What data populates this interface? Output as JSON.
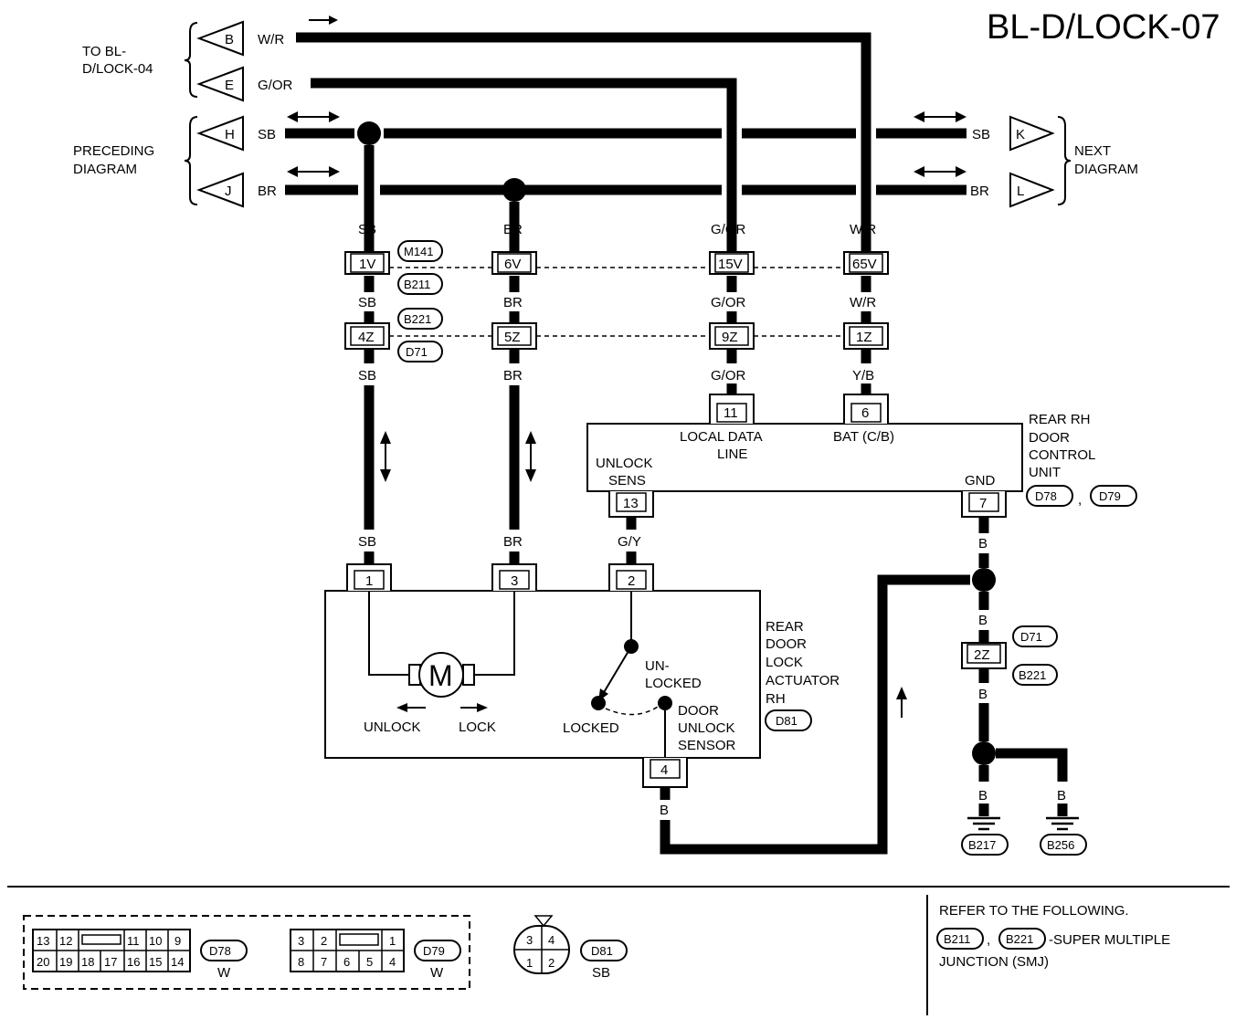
{
  "title": "BL-D/LOCK-07",
  "left_refs": {
    "to_bl": [
      "TO BL-",
      "D/LOCK-04"
    ],
    "preceding": [
      "PRECEDING",
      "DIAGRAM"
    ]
  },
  "right_refs": {
    "next": [
      "NEXT",
      "DIAGRAM"
    ]
  },
  "terminals": {
    "b": "B",
    "e": "E",
    "h": "H",
    "j": "J",
    "k": "K",
    "l": "L"
  },
  "wires": {
    "wr": "W/R",
    "gor": "G/OR",
    "sb": "SB",
    "br": "BR",
    "yb": "Y/B",
    "gy": "G/Y",
    "b": "B"
  },
  "connectors": {
    "m141": "M141",
    "b211": "B211",
    "b221": "B221",
    "d71": "D71",
    "d78": "D78",
    "d79": "D79",
    "d81": "D81",
    "b217": "B217",
    "b256": "B256"
  },
  "pins": {
    "p1v": "1V",
    "p6v": "6V",
    "p15v": "15V",
    "p65v": "65V",
    "p4z": "4Z",
    "p5z": "5Z",
    "p9z": "9Z",
    "p1z": "1Z",
    "p2z": "2Z",
    "p11": "11",
    "p6": "6",
    "p13": "13",
    "p7": "7",
    "a1": "1",
    "a3": "3",
    "a2": "2",
    "a4": "4"
  },
  "control_unit": {
    "name": [
      "REAR RH",
      "DOOR",
      "CONTROL",
      "UNIT"
    ],
    "local_data": [
      "LOCAL DATA",
      "LINE"
    ],
    "bat": "BAT (C/B)",
    "unlock_sens": [
      "UNLOCK",
      "SENS"
    ],
    "gnd": "GND",
    "comma": ","
  },
  "actuator": {
    "name": [
      "REAR",
      "DOOR",
      "LOCK",
      "ACTUATOR",
      "RH"
    ],
    "motor": "M",
    "unlock": "UNLOCK",
    "lock": "LOCK",
    "unlocked": [
      "UN-",
      "LOCKED"
    ],
    "locked": "LOCKED",
    "sensor": [
      "DOOR",
      "UNLOCK",
      "SENSOR"
    ]
  },
  "legend": {
    "d78_top": [
      "13",
      "12",
      "11",
      "10",
      "9"
    ],
    "d78_bottom": [
      "20",
      "19",
      "18",
      "17",
      "16",
      "15",
      "14"
    ],
    "d78_color": "W",
    "d79_top": [
      "3",
      "2",
      "1"
    ],
    "d79_bottom": [
      "8",
      "7",
      "6",
      "5",
      "4"
    ],
    "d79_color": "W",
    "d81_pins": [
      "3",
      "4",
      "1",
      "2"
    ],
    "d81_color": "SB"
  },
  "refer": {
    "heading": "REFER TO THE FOLLOWING.",
    "smj": "-SUPER MULTIPLE",
    "smj2": "JUNCTION (SMJ)",
    "comma": ","
  }
}
